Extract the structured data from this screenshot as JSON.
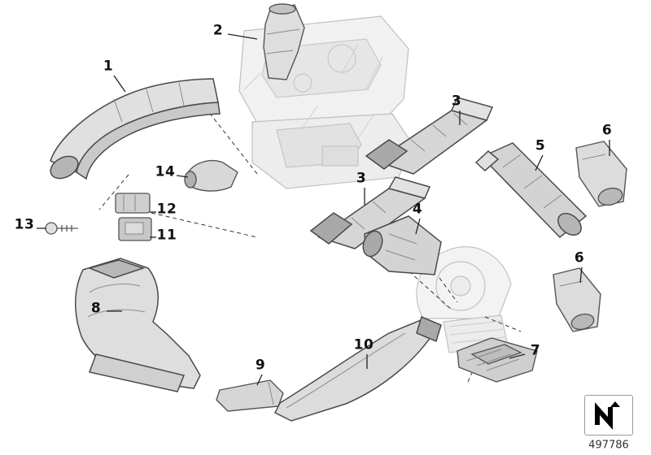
{
  "diagram": {
    "part_number": "497786",
    "callouts": [
      {
        "text": "1"
      },
      {
        "text": "2"
      },
      {
        "text": "3"
      },
      {
        "text": "3"
      },
      {
        "text": "4"
      },
      {
        "text": "5"
      },
      {
        "text": "6"
      },
      {
        "text": "6"
      },
      {
        "text": "7"
      },
      {
        "text": "8"
      },
      {
        "text": "9"
      },
      {
        "text": "10"
      },
      {
        "text": "11"
      },
      {
        "text": "12"
      },
      {
        "text": "13"
      },
      {
        "text": "14"
      }
    ]
  }
}
